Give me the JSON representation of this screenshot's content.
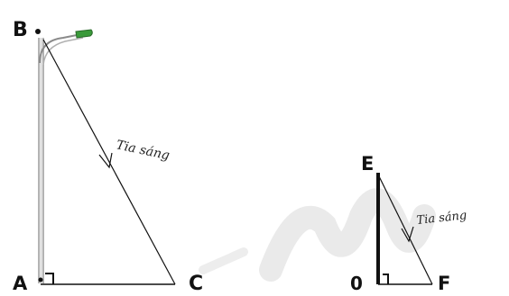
{
  "figure_left": {
    "point_top": "B",
    "point_base": "A",
    "point_shadow_end": "C",
    "ray_label": "Tia sáng"
  },
  "figure_right": {
    "point_top": "E",
    "point_base": "0",
    "point_shadow_end": "F",
    "ray_label": "Tia sáng"
  },
  "colors": {
    "lamp_head": "#3a9a3a",
    "pole": "#b8b8b8",
    "ink": "#111111",
    "watermark": "#e6e6e6"
  }
}
